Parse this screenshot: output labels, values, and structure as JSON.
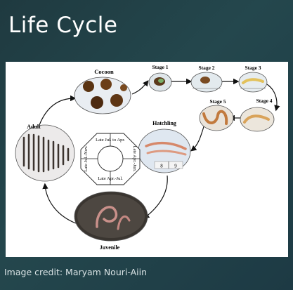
{
  "slide": {
    "title": "Life Cycle",
    "credit": "Image credit: Maryam Nouri-Aiin"
  },
  "diagram": {
    "stages": {
      "cocoon": "Cocoon",
      "stage1": "Stage 1",
      "stage2": "Stage 2",
      "stage3": "Stage 3",
      "stage4": "Stage 4",
      "stage5": "Stage 5",
      "hatchling": "Hatchling",
      "juvenile": "Juvenile",
      "adult": "Adult"
    },
    "season_wheel": {
      "top": "Late Jul. to Apr.",
      "right": "Late Apr.-Jun.",
      "bottom": "Late Apr.-Jul.",
      "left": "Late Jul.-Nov."
    },
    "ruler_labels": [
      "8",
      "9"
    ]
  }
}
